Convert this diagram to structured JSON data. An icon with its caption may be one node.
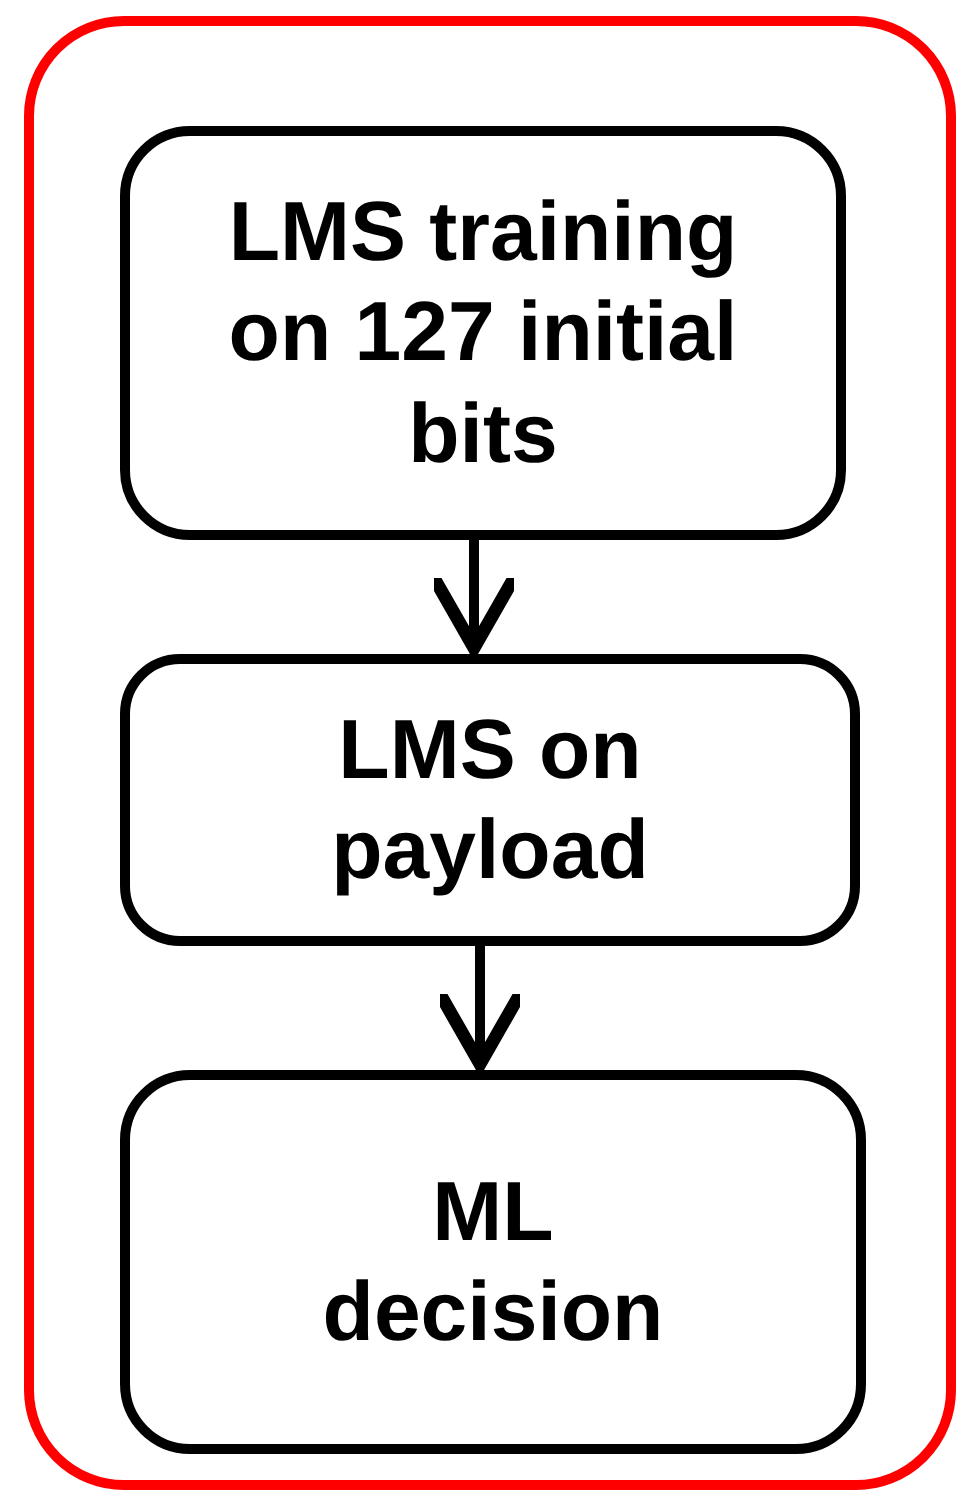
{
  "diagram": {
    "nodes": [
      {
        "text": [],
        "shape": "box"
      },
      {
        "text": [
          "LMS training on 127 initial bits"
        ],
        "in": 0
      },
      {
        "text": [
          "LMS on payload"
        ],
        "in": 0
      },
      {
        "text": [
          "ML decision"
        ],
        "in": 0
      }
    ],
    "edges": [
      {
        "from": 1,
        "to": 2,
        "arrow": "to"
      },
      {
        "from": 2,
        "to": 3,
        "arrow": "to"
      }
    ]
  }
}
